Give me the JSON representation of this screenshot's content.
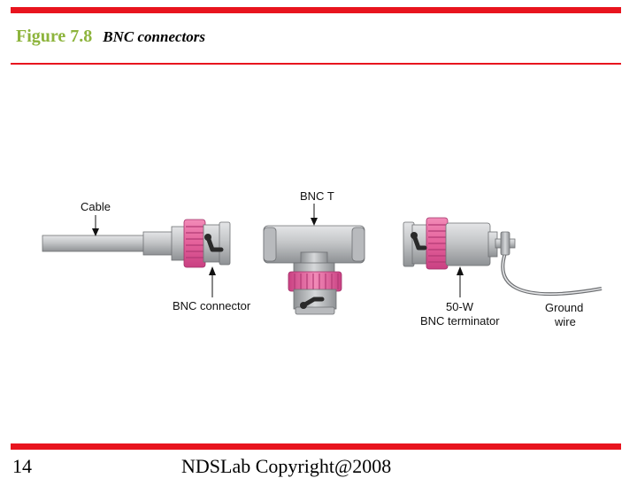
{
  "slide": {
    "figure_number": "Figure 7.8",
    "figure_caption": "BNC connectors",
    "slide_number": "14",
    "copyright": "NDSLab Copyright@2008"
  },
  "colors": {
    "accent_red": "#e8141e",
    "title_green": "#8db43c",
    "connector_pink": "#e4609a",
    "metal_gray": "#c4c6c8"
  },
  "diagram": {
    "cable_label": "Cable",
    "bnc_connector_label": "BNC connector",
    "bnc_t_label": "BNC T",
    "terminator_label_1": "50-W",
    "terminator_label_2": "BNC terminator",
    "ground_wire_label_1": "Ground",
    "ground_wire_label_2": "wire"
  }
}
